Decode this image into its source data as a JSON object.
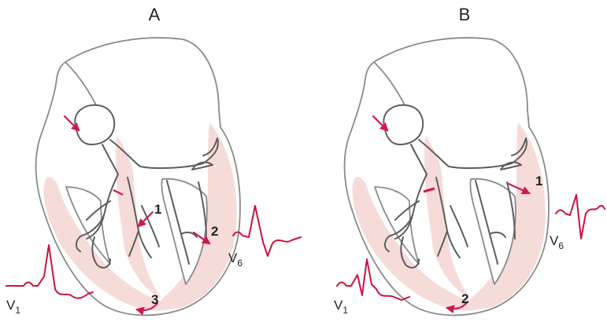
{
  "panels": [
    {
      "title": "A",
      "path_labels": [
        "1",
        "2",
        "3"
      ],
      "leads": [
        {
          "name": "V",
          "sub": "1"
        },
        {
          "name": "V",
          "sub": "6"
        }
      ]
    },
    {
      "title": "B",
      "path_labels": [
        "1",
        "2"
      ],
      "leads": [
        {
          "name": "V",
          "sub": "1"
        },
        {
          "name": "V",
          "sub": "6"
        }
      ]
    }
  ],
  "colors": {
    "arrow": "#d1174f",
    "ecg_trace": "#c8143f",
    "myocardium_tint": "#f6dcd8",
    "outline": "#8a8a8a"
  }
}
